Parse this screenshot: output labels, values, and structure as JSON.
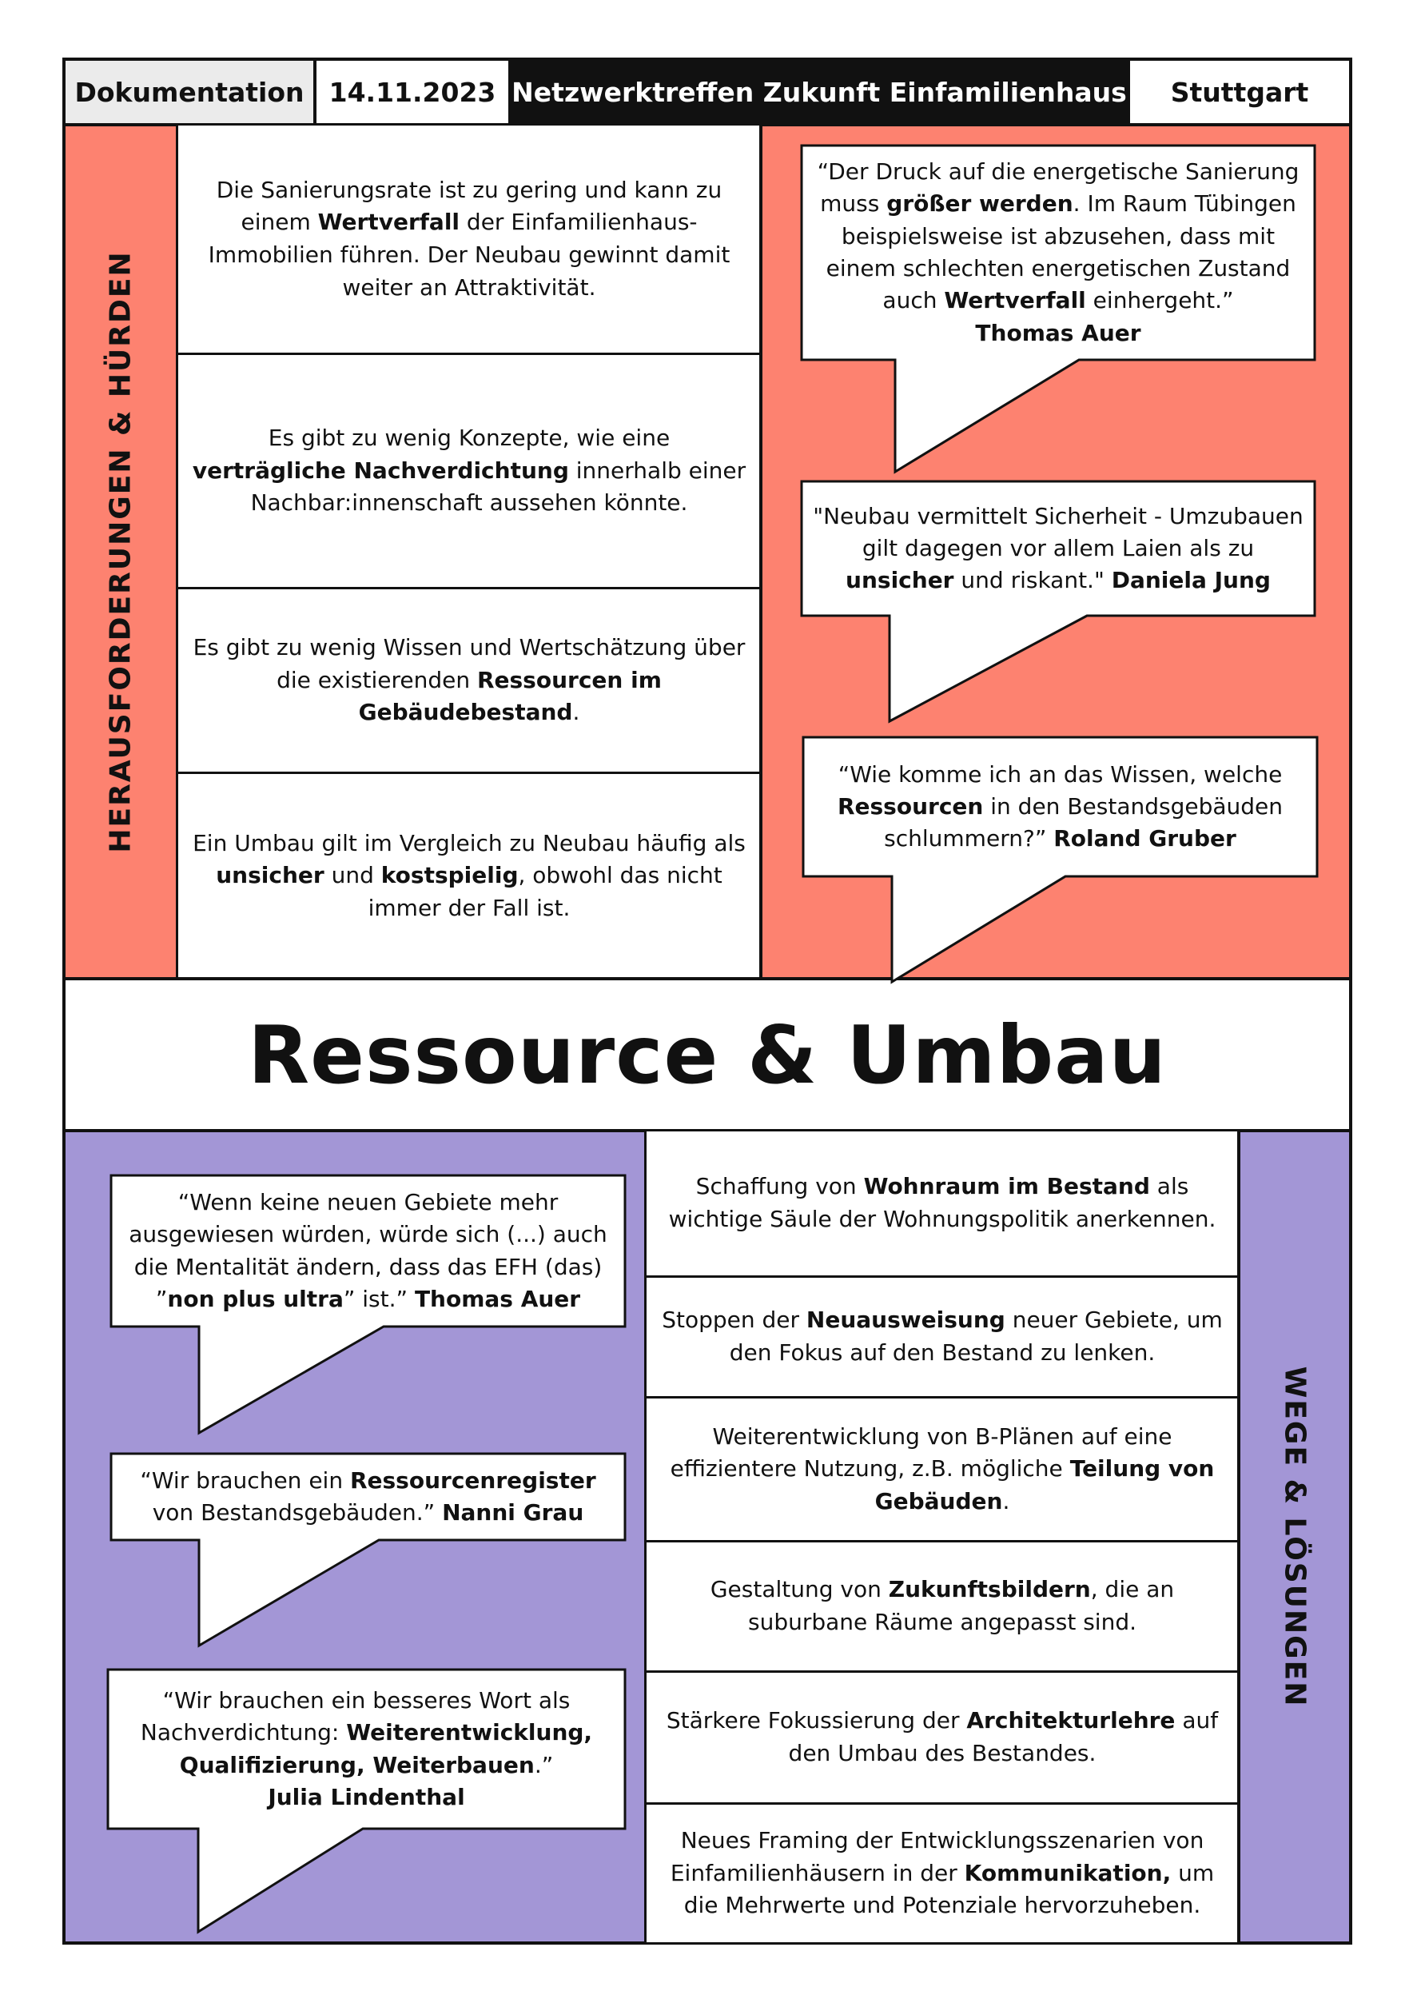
{
  "header": {
    "label": "Dokumentation",
    "date": "14.11.2023",
    "event": "Netzwerktreffen Zukunft Einfamilienhaus",
    "city": "Stuttgart"
  },
  "challenges": {
    "label": "HERAUSFORDERUNGEN & HÜRDEN",
    "items": [
      [
        "Die Sanierungsrate ist zu gering und kann zu einem ",
        {
          "b": "Wertverfall"
        },
        " der Einfamilienhaus-Immobilien führen. Der Neubau gewinnt damit weiter an Attraktivität."
      ],
      [
        "Es gibt zu wenig Konzepte, wie eine ",
        {
          "b": "verträgliche Nachverdichtung"
        },
        " innerhalb einer Nachbar:innenschaft aussehen könnte."
      ],
      [
        "Es gibt zu wenig Wissen und Wertschätzung über die existierenden ",
        {
          "b": "Ressourcen im Gebäudebestand"
        },
        "."
      ],
      [
        "Ein Umbau gilt im Vergleich zu Neubau häufig als ",
        {
          "b": "unsicher"
        },
        " und ",
        {
          "b": "kostspielig"
        },
        ", obwohl das nicht immer der Fall ist."
      ]
    ],
    "quotes": [
      {
        "text": [
          "“Der Druck auf die energetische Sanierung muss ",
          {
            "b": "größer werden"
          },
          ". Im Raum Tübingen beispielsweise ist abzusehen, dass mit einem schlechten energetischen Zustand auch ",
          {
            "b": "Wertverfall"
          },
          " einhergeht.”"
        ],
        "author": "Thomas Auer"
      },
      {
        "text": [
          "\"Neubau vermittelt Sicherheit - Umzubauen gilt dagegen vor allem Laien als zu ",
          {
            "b": "unsicher"
          },
          " und riskant.\" ",
          {
            "b": "Daniela Jung"
          }
        ]
      },
      {
        "text": [
          "“Wie komme ich an das Wissen, welche ",
          {
            "b": "Ressourcen"
          },
          " in den Bestandsgebäuden schlummern?” ",
          {
            "b": "Roland Gruber"
          }
        ]
      }
    ]
  },
  "title": "Ressource & Umbau",
  "solutions": {
    "label": "WEGE & LÖSUNGEN",
    "quotes": [
      {
        "text": [
          "“Wenn keine neuen Gebiete mehr ausgewiesen würden, würde sich (...) auch die Mentalität ändern, dass das EFH (das) ”",
          {
            "b": "non plus ultra"
          },
          "” ist.” ",
          {
            "b": "Thomas Auer"
          }
        ]
      },
      {
        "text": [
          "“Wir brauchen ein ",
          {
            "b": "Ressourcenregister"
          },
          " von Bestandsgebäuden.” ",
          {
            "b": "Nanni Grau"
          }
        ]
      },
      {
        "text": [
          "“Wir brauchen ein besseres Wort als Nachverdichtung: ",
          {
            "b": "Weiterentwicklung, Qualifizierung, Weiterbauen"
          },
          ".”"
        ],
        "author": "Julia Lindenthal"
      }
    ],
    "items": [
      [
        "Schaffung von ",
        {
          "b": "Wohnraum im Bestand"
        },
        " als wichtige Säule der Wohnungspolitik anerkennen."
      ],
      [
        "Stoppen der ",
        {
          "b": "Neuausweisung"
        },
        " neuer Gebiete, um den Fokus auf den Bestand zu lenken."
      ],
      [
        "Weiterentwicklung von B-Plänen auf eine effizientere Nutzung, z.B. mögliche ",
        {
          "b": "Teilung von Gebäuden"
        },
        "."
      ],
      [
        "Gestaltung von ",
        {
          "b": "Zukunftsbildern"
        },
        ", die an suburbane Räume angepasst sind."
      ],
      [
        "Stärkere Fokussierung der ",
        {
          "b": "Architekturlehre"
        },
        " auf den Umbau des Bestandes."
      ],
      [
        "Neues Framing der Entwicklungsszenarien von Einfamilienhäusern in der ",
        {
          "b": "Kommunikation,"
        },
        " um die Mehrwerte und Potenziale hervorzuheben."
      ]
    ]
  },
  "colors": {
    "coral": "#FD8270",
    "purple": "#A396D6",
    "ink": "#111111",
    "header_gray": "#EBEBEB"
  }
}
